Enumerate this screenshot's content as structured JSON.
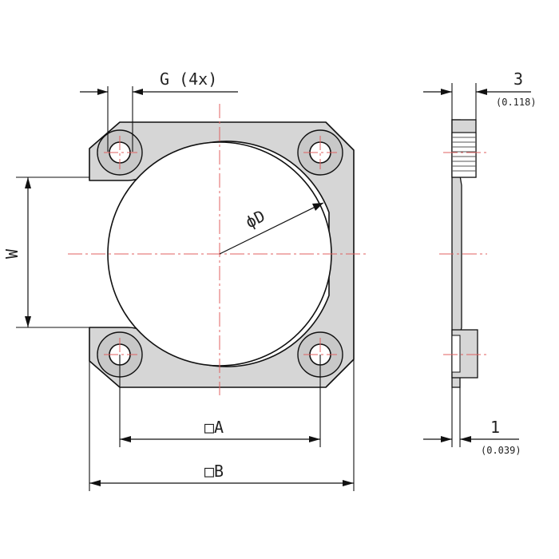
{
  "labels": {
    "g": "G (4x)",
    "w": "W",
    "d": "ϕD",
    "a": "□A",
    "b": "□B",
    "thickness_mm": "3",
    "thickness_in": "(0.118)",
    "flange_mm": "1",
    "flange_in": "(0.039)"
  },
  "colors": {
    "centerline": "#e06060",
    "part_fill": "#d6d6d6",
    "line": "#111111"
  }
}
